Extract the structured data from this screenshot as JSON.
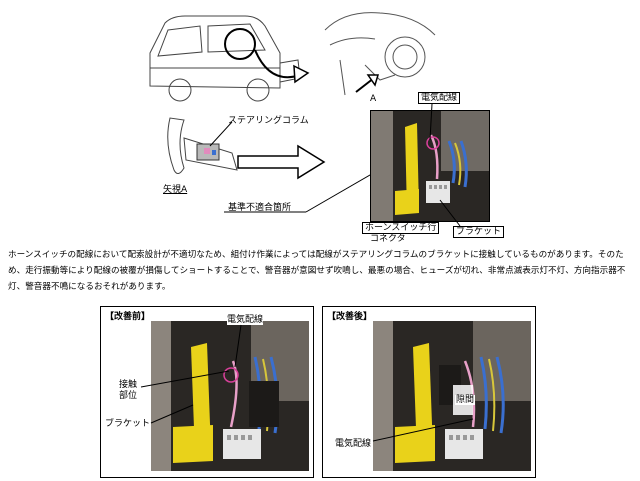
{
  "labels": {
    "view_a": "A",
    "steering_column": "ステアリングコラム",
    "arrow_view_a": "矢視A",
    "wiring_top": "電気配線",
    "nonconformity": "基準不適合箇所",
    "horn_connector_line1": "ホーンスイッチ行",
    "horn_connector_line2": "コネクタ",
    "bracket_top": "ブラケット"
  },
  "description": "ホーンスイッチの配線において配索設計が不適切なため、組付け作業によっては配線がステアリングコラムのブラケットに接触しているものがあります。そのため、走行振動等により配線の被覆が損傷してショートすることで、警音器が意図せず吹鳴し、最悪の場合、ヒューズが切れ、非常点滅表示灯不灯、方向指示器不灯、警音器不鳴になるおそれがあります。",
  "before": {
    "title": "【改善前】",
    "wiring": "電気配線",
    "contact_line1": "接触",
    "contact_line2": "部位",
    "bracket": "ブラケット"
  },
  "after": {
    "title": "【改善後】",
    "gap": "隙間",
    "wiring": "電気配線"
  },
  "colors": {
    "yellow_part": "#e9d21a",
    "pink_wire": "#e8a0c8",
    "blue_wire": "#3a6fd0",
    "dark_bg": "#2a2724"
  }
}
